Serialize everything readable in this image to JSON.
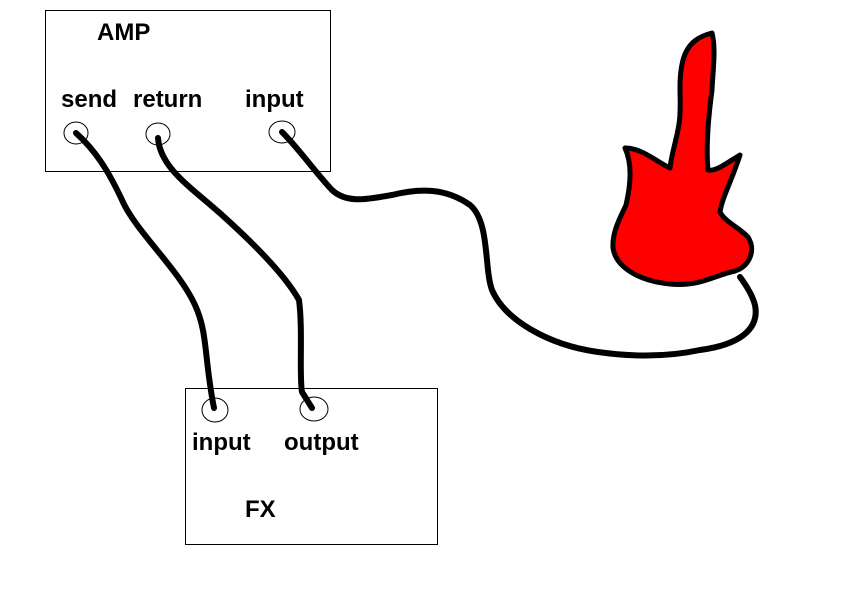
{
  "amp": {
    "title": "AMP",
    "jacks": {
      "send": "send",
      "return": "return",
      "input": "input"
    }
  },
  "fx": {
    "title": "FX",
    "jacks": {
      "input": "input",
      "output": "output"
    }
  },
  "colors": {
    "guitar": "#ff0000",
    "cable": "#000000",
    "outline": "#000000",
    "background": "#ffffff"
  }
}
